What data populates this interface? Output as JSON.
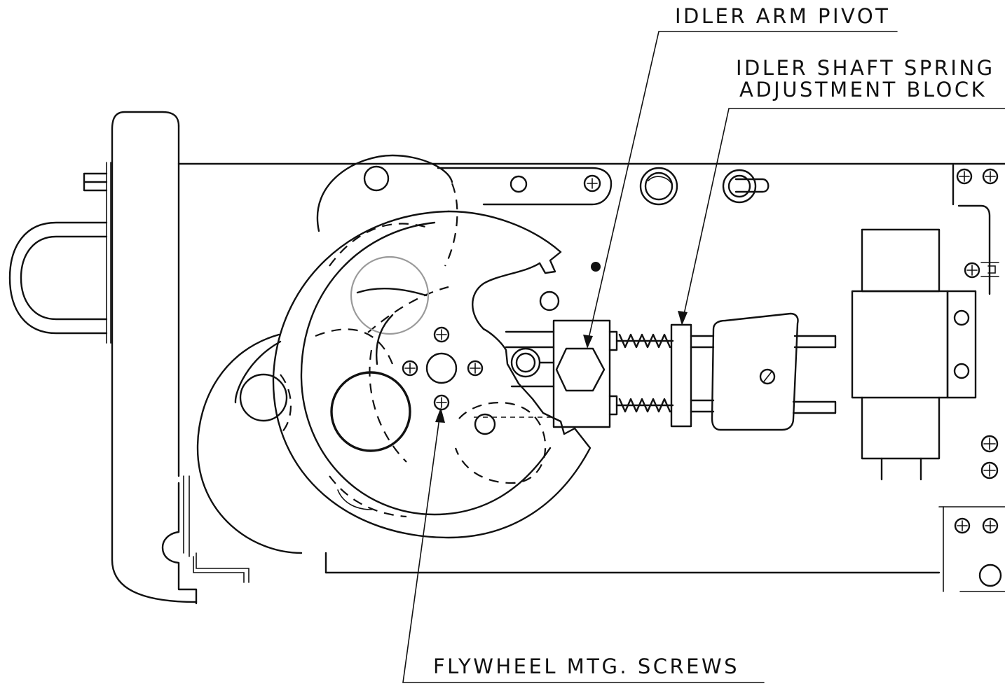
{
  "labels": {
    "idler_arm_pivot": "IDLER ARM PIVOT",
    "spring_block_line1": "IDLER SHAFT SPRING",
    "spring_block_line2": "ADJUSTMENT BLOCK",
    "flywheel_screws": "FLYWHEEL MTG. SCREWS"
  },
  "colors": {
    "line": "#111111",
    "background": "#ffffff"
  }
}
